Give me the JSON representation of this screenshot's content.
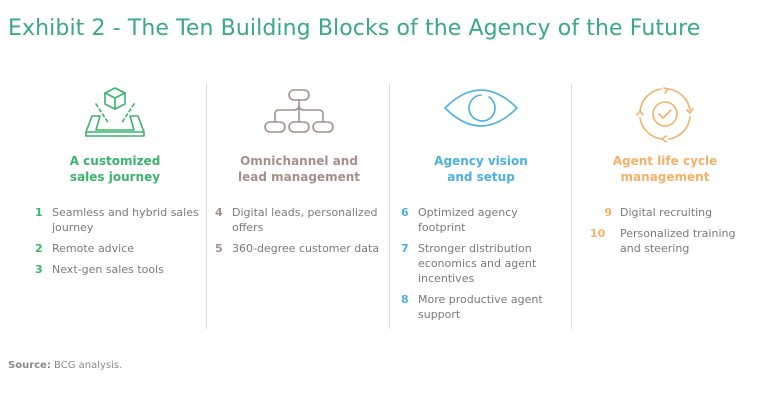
{
  "title": "Exhibit 2 - The Ten Building Blocks of the Agency of the Future",
  "columns": [
    {
      "icon": "box-on-tablet-icon",
      "color": "#3cb46e",
      "heading": [
        "A customized",
        "sales journey"
      ],
      "items": [
        {
          "num": "1",
          "text": "Seamless and hybrid sales journey"
        },
        {
          "num": "2",
          "text": "Remote advice"
        },
        {
          "num": "3",
          "text": "Next-gen sales tools"
        }
      ]
    },
    {
      "icon": "hierarchy-icon",
      "color": "#a48f8c",
      "heading": [
        "Omnichannel and",
        "lead management"
      ],
      "items": [
        {
          "num": "4",
          "text": "Digital leads, personalized offers"
        },
        {
          "num": "5",
          "text": "360-degree customer data"
        }
      ]
    },
    {
      "icon": "eye-icon",
      "color": "#4db0e0",
      "heading": [
        "Agency vision",
        "and setup"
      ],
      "items": [
        {
          "num": "6",
          "text": "Optimized agency footprint"
        },
        {
          "num": "7",
          "text": "Stronger distribution economics and agent incentives"
        },
        {
          "num": "8",
          "text": "More productive agent support"
        }
      ]
    },
    {
      "icon": "cycle-check-icon",
      "color": "#f2b26a",
      "heading": [
        "Agent life cycle",
        "management"
      ],
      "items": [
        {
          "num": "9",
          "text": "Digital recruiting"
        },
        {
          "num": "10",
          "text": "Personalized training and steering"
        }
      ]
    }
  ],
  "source": {
    "label": "Source:",
    "text": "BCG analysis."
  }
}
